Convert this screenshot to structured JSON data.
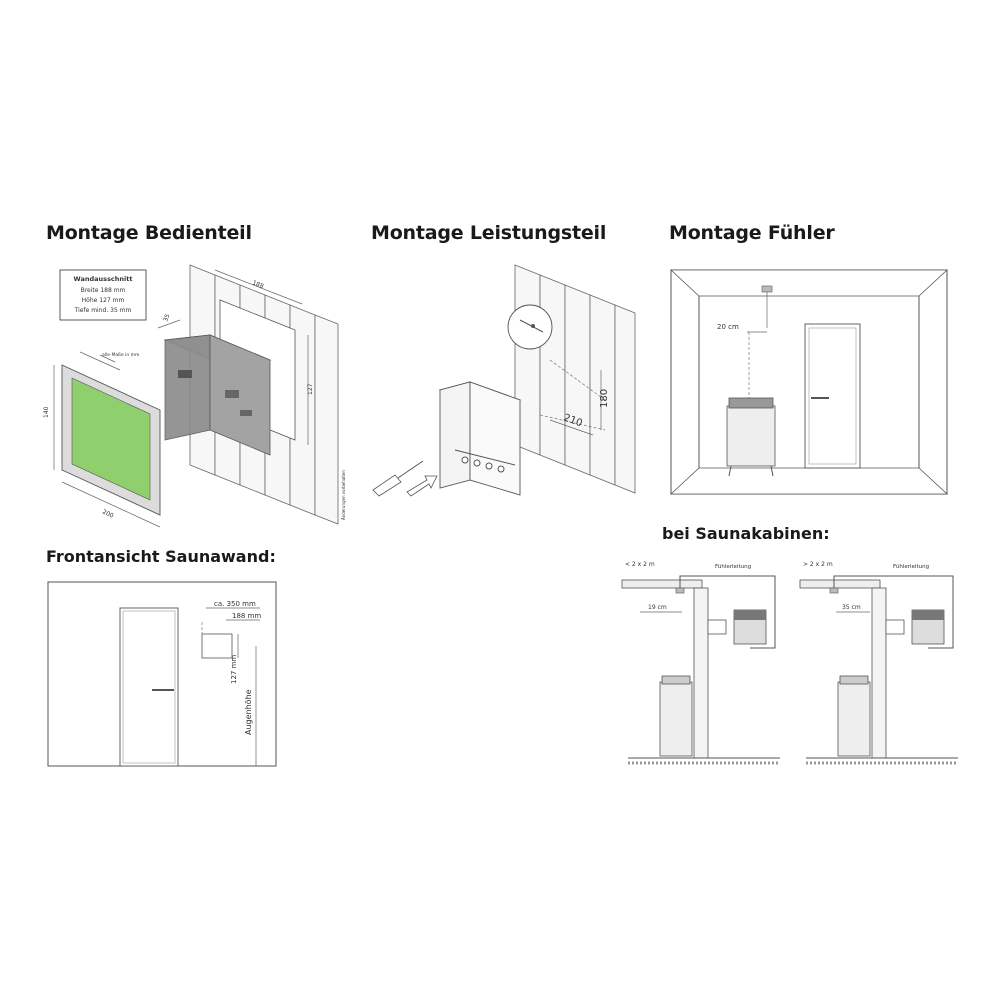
{
  "headings": {
    "bedienteil": "Montage Bedienteil",
    "leistungsteil": "Montage Leistungsteil",
    "fuehler": "Montage Fühler",
    "frontansicht": "Frontansicht Saunawand:",
    "saunakabinen": "bei Saunakabinen:"
  },
  "bedienteil": {
    "cutout_title": "Wandausschnitt",
    "cutout_lines": [
      "Breite 188 mm",
      "Höhe 127 mm",
      "Tiefe mind. 35 mm"
    ],
    "note_units": "alle Maße in mm",
    "dim_width_top": "188",
    "dim_depth": "35",
    "dim_height_right": "127",
    "dim_panel_height": "140",
    "dim_panel_width": "200",
    "side_note": "Änderungen vorbehalten"
  },
  "leistungsteil": {
    "dim_width": "210",
    "dim_height": "180"
  },
  "fuehler": {
    "dim_distance": "20 cm"
  },
  "frontansicht": {
    "dim_distance": "ca. 350 mm",
    "dim_width": "188 mm",
    "dim_height": "127 mm",
    "eye_level": "Augenhöhe"
  },
  "kabinen": {
    "left": {
      "size_label": "< 2 x 2 m",
      "cable_label": "Fühlerleitung",
      "dim_distance": "19 cm"
    },
    "right": {
      "size_label": "> 2 x 2 m",
      "cable_label": "Fühlerleitung",
      "dim_distance": "35 cm"
    }
  },
  "colors": {
    "display_green": "#8fcf6e",
    "line": "#555555"
  }
}
